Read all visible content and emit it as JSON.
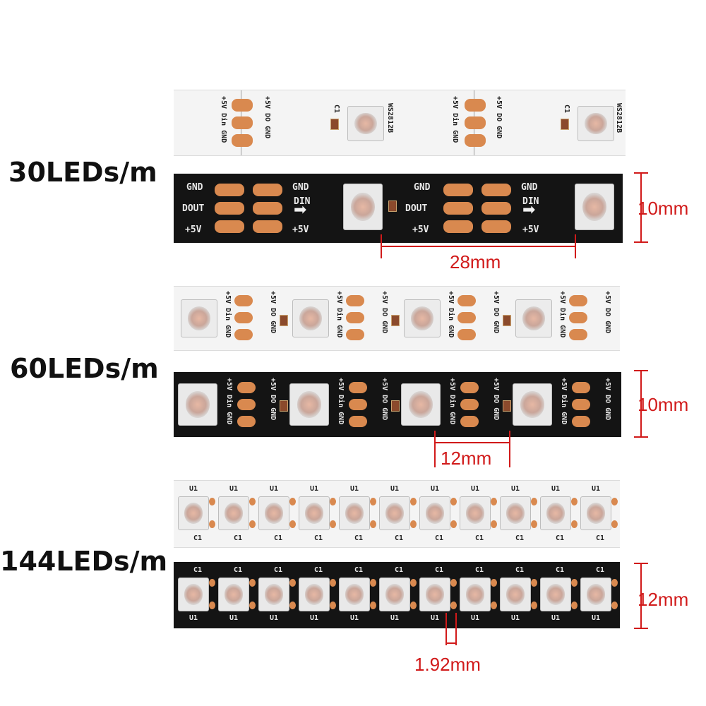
{
  "labels": {
    "l30": "30LEDs/m",
    "l60": "60LEDs/m",
    "l144": "144LEDs/m"
  },
  "dimensions": {
    "d30w": "10mm",
    "d30p": "28mm",
    "d60w": "10mm",
    "d60p": "12mm",
    "d144w": "12mm",
    "d144p": "1.92mm"
  },
  "silkscreen": {
    "chip": "WS2812B",
    "cap": "C1",
    "gnd": "GND",
    "dout": "DOUT",
    "din": "DIN",
    "v5": "+5V",
    "pins_in": "+5V Din GND",
    "pins_out": "+5V DO GND",
    "u1": "U1"
  },
  "colors": {
    "dimension_red": "#d11a1a",
    "pad_copper": "#d9894f",
    "white_pcb": "#f4f4f4",
    "black_pcb": "#141414"
  }
}
